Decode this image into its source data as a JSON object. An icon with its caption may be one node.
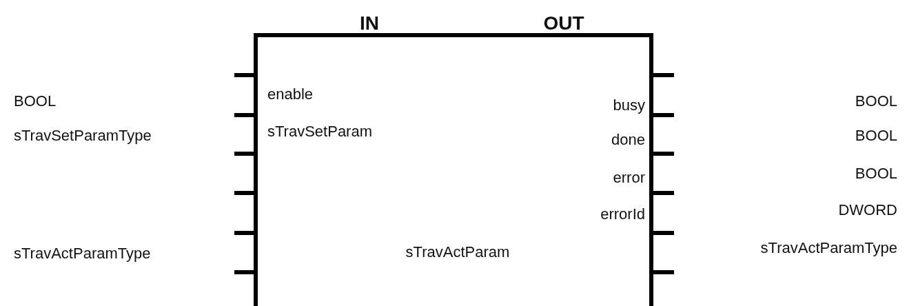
{
  "diagram": {
    "nodes": [
      {
        "text": [
          "IN",
          "OUT",
          "enable",
          "sTravSetParam",
          "busy",
          "done",
          "error",
          "errorId",
          "sTravActParam"
        ]
      }
    ],
    "edges": [],
    "labels": [
      "BOOL",
      "BOOL",
      "sTravSetParamType",
      "BOOL",
      "BOOL",
      "DWORD",
      "sTravActParamType",
      "sTravActParamType"
    ]
  }
}
